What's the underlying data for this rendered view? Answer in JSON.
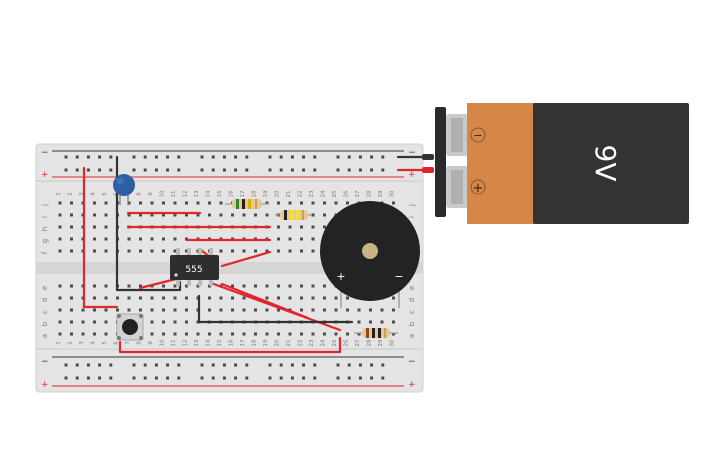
{
  "breadboard": {
    "columns": [
      "1",
      "2",
      "3",
      "4",
      "5",
      "6",
      "7",
      "8",
      "9",
      "10",
      "11",
      "12",
      "13",
      "14",
      "15",
      "16",
      "17",
      "18",
      "19",
      "20",
      "21",
      "22",
      "23",
      "24",
      "25",
      "26",
      "27",
      "28",
      "29",
      "30"
    ],
    "rows_top": [
      "j",
      "i",
      "h",
      "g",
      "f"
    ],
    "rows_bottom": [
      "e",
      "d",
      "c",
      "b",
      "a"
    ],
    "rail_minus": "−",
    "rail_plus": "+"
  },
  "chip": {
    "label": "555"
  },
  "battery": {
    "label": "9V",
    "terminal_minus": "−",
    "terminal_plus": "+"
  },
  "buzzer": {
    "pin_plus": "+",
    "pin_minus": "−"
  },
  "colors": {
    "board": "#e4e4e4",
    "wire_red": "#e0262a",
    "wire_black": "#333333",
    "battery_body": "#333333",
    "battery_band": "#d5874a",
    "capacitor": "#2d5fa3",
    "chip": "#2e2e2e"
  }
}
